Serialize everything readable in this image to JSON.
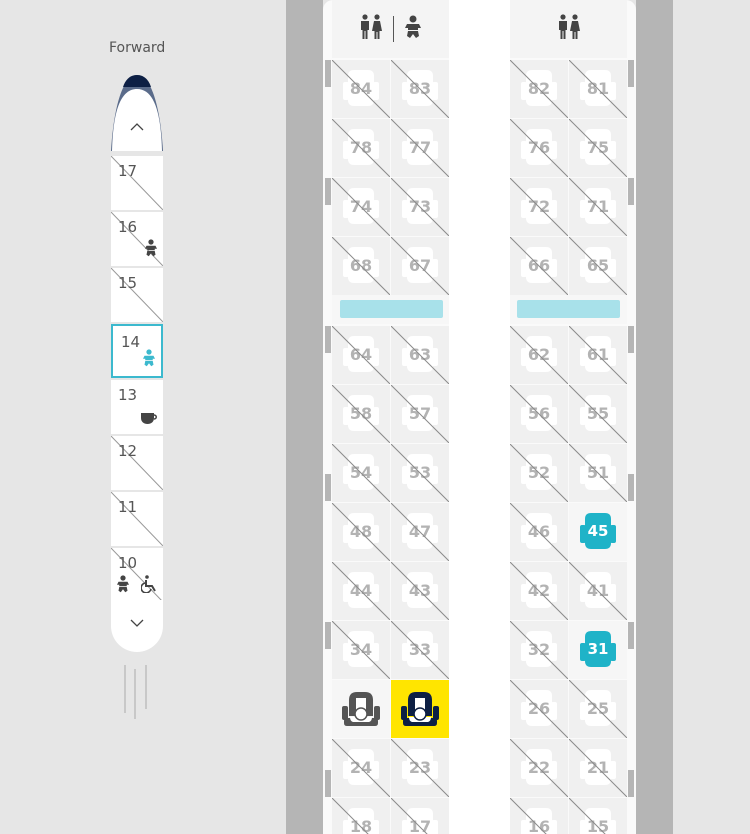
{
  "minimap": {
    "forward_label": "Forward",
    "scroll_up_icon": "chevron-up-icon",
    "scroll_down_icon": "chevron-down-icon",
    "colors": {
      "nose_dark": "#0d1f44",
      "nose_mid": "#5a6b8a",
      "selected_border": "#3cb9ce"
    },
    "rows": [
      {
        "num": "17",
        "blocked": true,
        "icons": []
      },
      {
        "num": "16",
        "blocked": true,
        "icons": [
          "baby-changing-icon"
        ]
      },
      {
        "num": "15",
        "blocked": true,
        "icons": []
      },
      {
        "num": "14",
        "blocked": false,
        "selected": true,
        "icons": [
          "baby-changing-icon"
        ]
      },
      {
        "num": "13",
        "blocked": false,
        "icons": [
          "coffee-cup-icon"
        ]
      },
      {
        "num": "12",
        "blocked": true,
        "icons": []
      },
      {
        "num": "11",
        "blocked": true,
        "icons": []
      },
      {
        "num": "10",
        "blocked": true,
        "icons": [
          "baby-changing-icon",
          "wheelchair-icon"
        ]
      }
    ]
  },
  "cabin": {
    "facilities": {
      "left": [
        "restroom-icon",
        "baby-changing-icon"
      ],
      "right": [
        "restroom-icon"
      ]
    },
    "colors": {
      "available": "#1fb3c8",
      "selected_bg": "#ffe500",
      "selected_seat": "#0d1f44",
      "occupied_seat": "#555555",
      "blocked_text": "#b3b3b3",
      "exit_bar": "#a8e1ea"
    },
    "rows": [
      {
        "seats": [
          {
            "num": "84",
            "status": "blocked"
          },
          {
            "num": "83",
            "status": "blocked"
          },
          {
            "num": "82",
            "status": "blocked"
          },
          {
            "num": "81",
            "status": "blocked"
          }
        ]
      },
      {
        "seats": [
          {
            "num": "78",
            "status": "blocked"
          },
          {
            "num": "77",
            "status": "blocked"
          },
          {
            "num": "76",
            "status": "blocked"
          },
          {
            "num": "75",
            "status": "blocked"
          }
        ]
      },
      {
        "seats": [
          {
            "num": "74",
            "status": "blocked"
          },
          {
            "num": "73",
            "status": "blocked"
          },
          {
            "num": "72",
            "status": "blocked"
          },
          {
            "num": "71",
            "status": "blocked"
          }
        ]
      },
      {
        "seats": [
          {
            "num": "68",
            "status": "blocked"
          },
          {
            "num": "67",
            "status": "blocked"
          },
          {
            "num": "66",
            "status": "blocked"
          },
          {
            "num": "65",
            "status": "blocked"
          }
        ]
      },
      {
        "exit": true
      },
      {
        "seats": [
          {
            "num": "64",
            "status": "blocked"
          },
          {
            "num": "63",
            "status": "blocked"
          },
          {
            "num": "62",
            "status": "blocked"
          },
          {
            "num": "61",
            "status": "blocked"
          }
        ]
      },
      {
        "seats": [
          {
            "num": "58",
            "status": "blocked"
          },
          {
            "num": "57",
            "status": "blocked"
          },
          {
            "num": "56",
            "status": "blocked"
          },
          {
            "num": "55",
            "status": "blocked"
          }
        ]
      },
      {
        "seats": [
          {
            "num": "54",
            "status": "blocked"
          },
          {
            "num": "53",
            "status": "blocked"
          },
          {
            "num": "52",
            "status": "blocked"
          },
          {
            "num": "51",
            "status": "blocked"
          }
        ]
      },
      {
        "seats": [
          {
            "num": "48",
            "status": "blocked"
          },
          {
            "num": "47",
            "status": "blocked"
          },
          {
            "num": "46",
            "status": "blocked"
          },
          {
            "num": "45",
            "status": "available"
          }
        ]
      },
      {
        "seats": [
          {
            "num": "44",
            "status": "blocked"
          },
          {
            "num": "43",
            "status": "blocked"
          },
          {
            "num": "42",
            "status": "blocked"
          },
          {
            "num": "41",
            "status": "blocked"
          }
        ]
      },
      {
        "seats": [
          {
            "num": "34",
            "status": "blocked"
          },
          {
            "num": "33",
            "status": "blocked"
          },
          {
            "num": "32",
            "status": "blocked"
          },
          {
            "num": "31",
            "status": "available"
          }
        ]
      },
      {
        "seats": [
          {
            "num": "",
            "status": "occupied"
          },
          {
            "num": "",
            "status": "selected"
          },
          {
            "num": "26",
            "status": "blocked"
          },
          {
            "num": "25",
            "status": "blocked"
          }
        ]
      },
      {
        "seats": [
          {
            "num": "24",
            "status": "blocked"
          },
          {
            "num": "23",
            "status": "blocked"
          },
          {
            "num": "22",
            "status": "blocked"
          },
          {
            "num": "21",
            "status": "blocked"
          }
        ]
      },
      {
        "seats": [
          {
            "num": "18",
            "status": "blocked"
          },
          {
            "num": "17",
            "status": "blocked"
          },
          {
            "num": "16",
            "status": "blocked"
          },
          {
            "num": "15",
            "status": "blocked"
          }
        ]
      }
    ]
  }
}
